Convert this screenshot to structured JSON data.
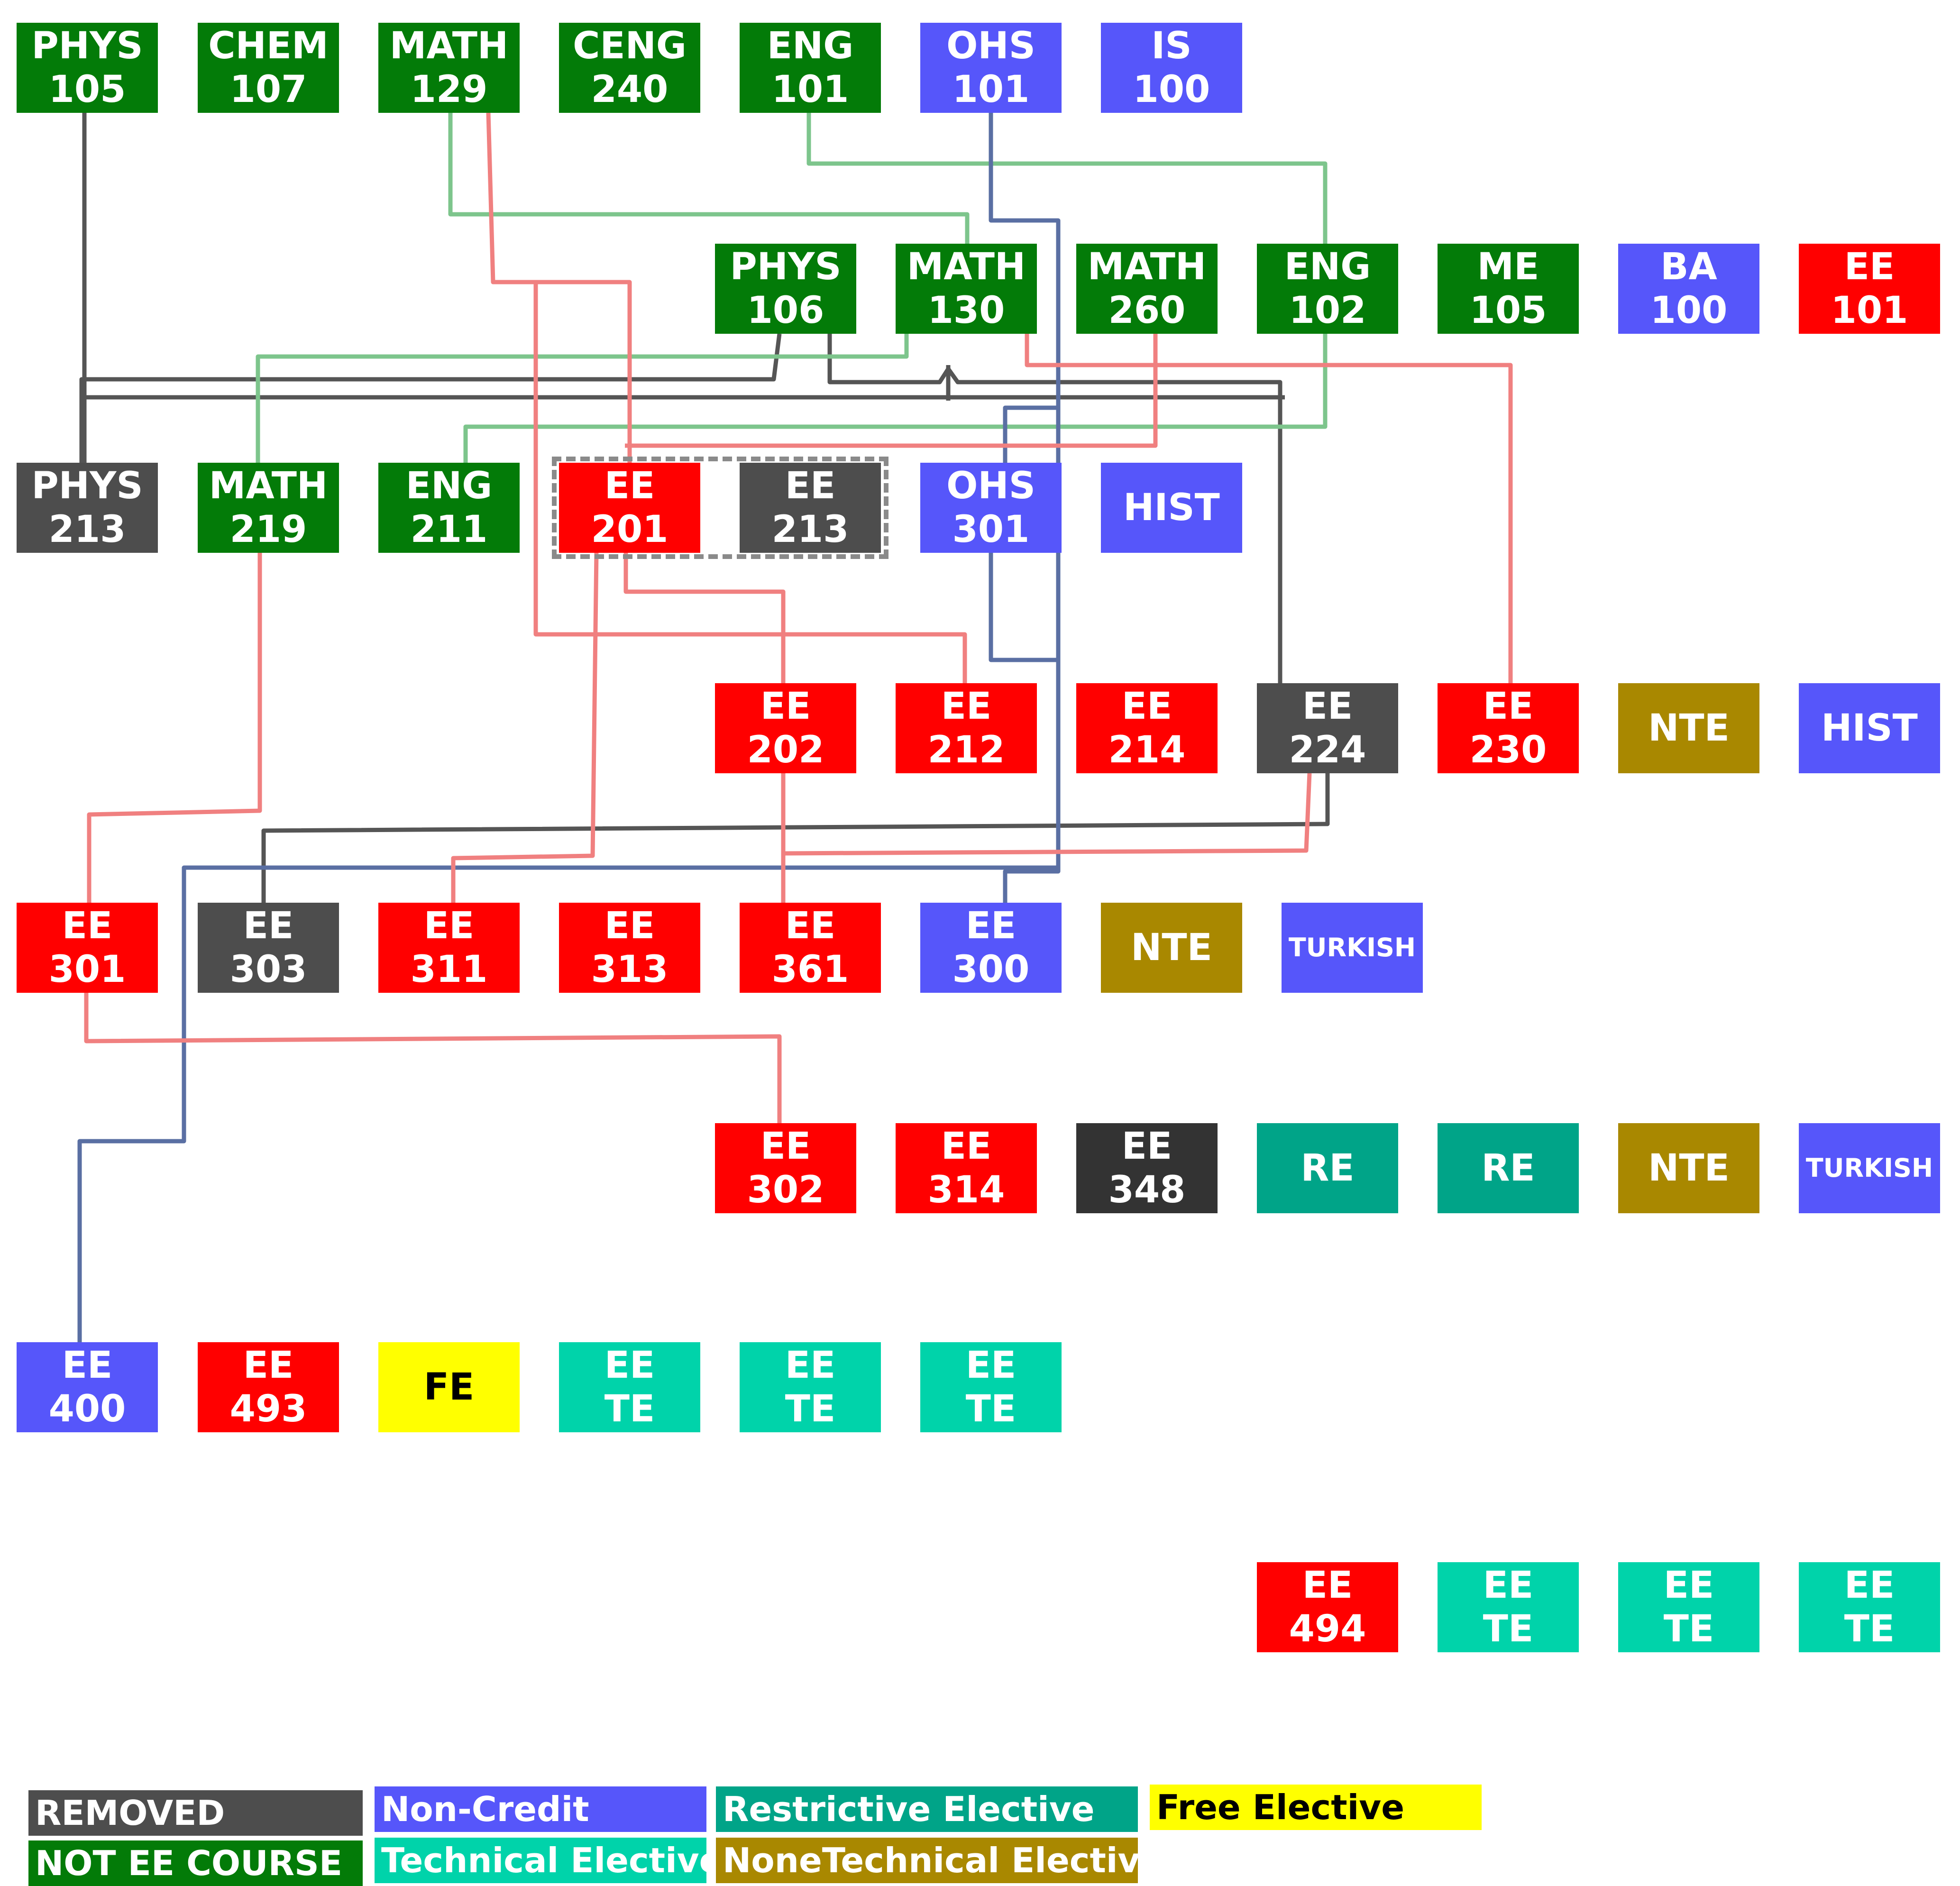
{
  "colors": {
    "removed": "#4d4d4d",
    "not_ee": "#037b08",
    "non_credit": "#5656fa",
    "restrictive": "#00a488",
    "technical": "#00d3aa",
    "nontechnical": "#a98800",
    "free": "#ffff00",
    "ee": "#ff0000",
    "dark": "#333333",
    "link_red": "#f08080",
    "link_green": "#7dc58c",
    "link_blue": "#5a6fa3",
    "link_gray": "#555555"
  },
  "courses": [
    {
      "id": "phys105",
      "line1": "PHYS",
      "line2": "105",
      "kind": "not_ee"
    },
    {
      "id": "chem107",
      "line1": "CHEM",
      "line2": "107",
      "kind": "not_ee"
    },
    {
      "id": "math129",
      "line1": "MATH",
      "line2": "129",
      "kind": "not_ee"
    },
    {
      "id": "ceng240",
      "line1": "CENG",
      "line2": "240",
      "kind": "not_ee"
    },
    {
      "id": "eng101",
      "line1": "ENG",
      "line2": "101",
      "kind": "not_ee"
    },
    {
      "id": "ohs101",
      "line1": "OHS",
      "line2": "101",
      "kind": "non_credit"
    },
    {
      "id": "is100",
      "line1": "IS",
      "line2": "100",
      "kind": "non_credit"
    },
    {
      "id": "phys106",
      "line1": "PHYS",
      "line2": "106",
      "kind": "not_ee"
    },
    {
      "id": "math130",
      "line1": "MATH",
      "line2": "130",
      "kind": "not_ee"
    },
    {
      "id": "math260",
      "line1": "MATH",
      "line2": "260",
      "kind": "not_ee"
    },
    {
      "id": "eng102",
      "line1": "ENG",
      "line2": "102",
      "kind": "not_ee"
    },
    {
      "id": "me105",
      "line1": "ME",
      "line2": "105",
      "kind": "not_ee"
    },
    {
      "id": "ba100",
      "line1": "BA",
      "line2": "100",
      "kind": "non_credit"
    },
    {
      "id": "ee101",
      "line1": "EE",
      "line2": "101",
      "kind": "ee"
    },
    {
      "id": "phys213",
      "line1": "PHYS",
      "line2": "213",
      "kind": "removed"
    },
    {
      "id": "math219",
      "line1": "MATH",
      "line2": "219",
      "kind": "not_ee"
    },
    {
      "id": "eng211",
      "line1": "ENG",
      "line2": "211",
      "kind": "not_ee"
    },
    {
      "id": "ee201",
      "line1": "EE",
      "line2": "201",
      "kind": "ee"
    },
    {
      "id": "ee213",
      "line1": "EE",
      "line2": "213",
      "kind": "removed"
    },
    {
      "id": "ohs301",
      "line1": "OHS",
      "line2": "301",
      "kind": "non_credit"
    },
    {
      "id": "hist1",
      "line1": "HIST",
      "line2": "",
      "kind": "non_credit"
    },
    {
      "id": "ee202",
      "line1": "EE",
      "line2": "202",
      "kind": "ee"
    },
    {
      "id": "ee212",
      "line1": "EE",
      "line2": "212",
      "kind": "ee"
    },
    {
      "id": "ee214",
      "line1": "EE",
      "line2": "214",
      "kind": "ee"
    },
    {
      "id": "ee224",
      "line1": "EE",
      "line2": "224",
      "kind": "removed"
    },
    {
      "id": "ee230",
      "line1": "EE",
      "line2": "230",
      "kind": "ee"
    },
    {
      "id": "nte1",
      "line1": "NTE",
      "line2": "",
      "kind": "nontechnical"
    },
    {
      "id": "hist2",
      "line1": "HIST",
      "line2": "",
      "kind": "non_credit"
    },
    {
      "id": "ee301",
      "line1": "EE",
      "line2": "301",
      "kind": "ee"
    },
    {
      "id": "ee303",
      "line1": "EE",
      "line2": "303",
      "kind": "removed"
    },
    {
      "id": "ee311",
      "line1": "EE",
      "line2": "311",
      "kind": "ee"
    },
    {
      "id": "ee313",
      "line1": "EE",
      "line2": "313",
      "kind": "ee"
    },
    {
      "id": "ee361",
      "line1": "EE",
      "line2": "361",
      "kind": "ee"
    },
    {
      "id": "ee300",
      "line1": "EE",
      "line2": "300",
      "kind": "non_credit"
    },
    {
      "id": "nte2",
      "line1": "NTE",
      "line2": "",
      "kind": "nontechnical"
    },
    {
      "id": "turkish1",
      "line1": "TURKISH",
      "line2": "",
      "kind": "non_credit"
    },
    {
      "id": "ee302",
      "line1": "EE",
      "line2": "302",
      "kind": "ee"
    },
    {
      "id": "ee314",
      "line1": "EE",
      "line2": "314",
      "kind": "ee"
    },
    {
      "id": "ee348",
      "line1": "EE",
      "line2": "348",
      "kind": "dark"
    },
    {
      "id": "re1",
      "line1": "RE",
      "line2": "",
      "kind": "restrictive"
    },
    {
      "id": "re2",
      "line1": "RE",
      "line2": "",
      "kind": "restrictive"
    },
    {
      "id": "nte3",
      "line1": "NTE",
      "line2": "",
      "kind": "nontechnical"
    },
    {
      "id": "turkish2",
      "line1": "TURKISH",
      "line2": "",
      "kind": "non_credit"
    },
    {
      "id": "ee400",
      "line1": "EE",
      "line2": "400",
      "kind": "non_credit"
    },
    {
      "id": "ee493",
      "line1": "EE",
      "line2": "493",
      "kind": "ee"
    },
    {
      "id": "fe1",
      "line1": "FE",
      "line2": "",
      "kind": "free"
    },
    {
      "id": "eete1",
      "line1": "EE",
      "line2": "TE",
      "kind": "technical"
    },
    {
      "id": "eete2",
      "line1": "EE",
      "line2": "TE",
      "kind": "technical"
    },
    {
      "id": "eete3",
      "line1": "EE",
      "line2": "TE",
      "kind": "technical"
    },
    {
      "id": "ee494",
      "line1": "EE",
      "line2": "494",
      "kind": "ee"
    },
    {
      "id": "eete4",
      "line1": "EE",
      "line2": "TE",
      "kind": "technical"
    },
    {
      "id": "eete5",
      "line1": "EE",
      "line2": "TE",
      "kind": "technical"
    },
    {
      "id": "eete6",
      "line1": "EE",
      "line2": "TE",
      "kind": "technical"
    }
  ],
  "links": [
    {
      "from": "phys105",
      "to": "phys213",
      "color": "link_gray"
    },
    {
      "from": "phys106",
      "to": "phys213",
      "color": "link_gray"
    },
    {
      "from": "math130",
      "to": "ee224",
      "color": "link_gray"
    },
    {
      "from": "ee224",
      "to": "ee303",
      "color": "link_gray"
    },
    {
      "from": "math129",
      "to": "math130",
      "color": "link_green"
    },
    {
      "from": "eng101",
      "to": "eng102",
      "color": "link_green"
    },
    {
      "from": "math130",
      "to": "math219",
      "color": "link_green"
    },
    {
      "from": "eng102",
      "to": "eng211",
      "color": "link_green"
    },
    {
      "from": "ohs101",
      "to": "ohs301",
      "color": "link_blue"
    },
    {
      "from": "ohs101",
      "to": "ee300",
      "color": "link_blue"
    },
    {
      "from": "ohs301",
      "to": "ee400",
      "color": "link_blue"
    },
    {
      "from": "math129",
      "to": "ee201",
      "color": "link_red"
    },
    {
      "from": "math129",
      "to": "ee212",
      "color": "link_red"
    },
    {
      "from": "math130",
      "to": "ee230",
      "color": "link_red"
    },
    {
      "from": "math260",
      "to": "ee201",
      "color": "link_red"
    },
    {
      "from": "ee201",
      "to": "ee202",
      "color": "link_red"
    },
    {
      "from": "ee201",
      "to": "ee311",
      "color": "link_red"
    },
    {
      "from": "math219",
      "to": "ee301",
      "color": "link_red"
    },
    {
      "from": "ee202",
      "to": "ee361",
      "color": "link_red"
    },
    {
      "from": "ee224",
      "to": "ee361",
      "color": "link_red"
    },
    {
      "from": "ee301",
      "to": "ee302",
      "color": "link_red"
    }
  ],
  "legend": [
    {
      "label": "REMOVED",
      "kind": "removed"
    },
    {
      "label": "NOT EE COURSE",
      "kind": "not_ee"
    },
    {
      "label": "Non-Credit",
      "kind": "non_credit"
    },
    {
      "label": "Technical Elective",
      "kind": "technical"
    },
    {
      "label": "Restrictive Elective",
      "kind": "restrictive"
    },
    {
      "label": "NoneTechnical Elective",
      "kind": "nontechnical"
    },
    {
      "label": "Free Elective",
      "kind": "free"
    }
  ]
}
